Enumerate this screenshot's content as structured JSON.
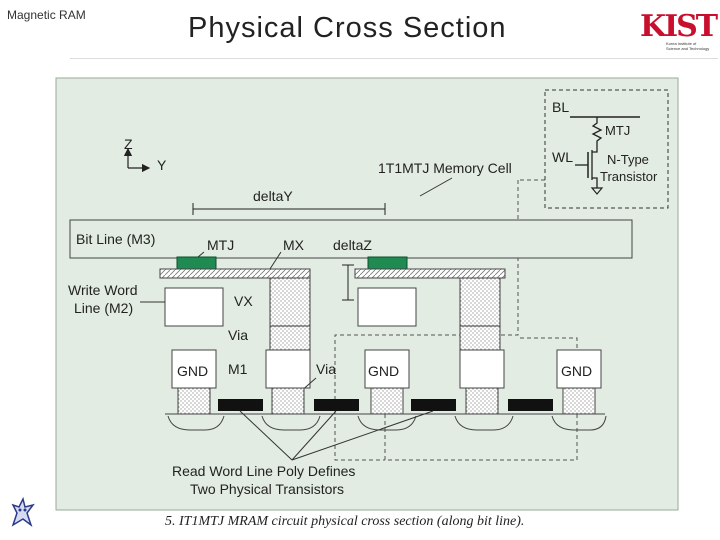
{
  "header": {
    "section": "Magnetic RAM",
    "title": "Physical Cross Section",
    "logo_text": "KIST",
    "logo_sub_1": "Korea Institute of",
    "logo_sub_2": "Science and Technology"
  },
  "diagram": {
    "axis_z": "Z",
    "axis_y": "Y",
    "cell_label": "1T1MTJ Memory Cell",
    "inset": {
      "bl": "BL",
      "mtj": "MTJ",
      "wl": "WL",
      "ntype": "N-Type",
      "transistor": "Transistor"
    },
    "delta_y": "deltaY",
    "delta_z": "deltaZ",
    "bit_line": "Bit Line (M3)",
    "mtj": "MTJ",
    "mx": "MX",
    "write_word_line_1": "Write Word",
    "write_word_line_2": "Line (M2)",
    "vx": "VX",
    "via_1": "Via",
    "via_2": "Via",
    "m1": "M1",
    "gnd_1": "GND",
    "gnd_2": "GND",
    "gnd_3": "GND",
    "read_word_line_1": "Read Word Line Poly Defines",
    "read_word_line_2": "Two Physical Transistors"
  },
  "caption": "5. IT1MTJ MRAM circuit physical cross section (along bit line).",
  "colors": {
    "panel": "#e3ece3",
    "mtj": "#1f8a52",
    "poly": "#111111",
    "logo": "#c8102e"
  }
}
